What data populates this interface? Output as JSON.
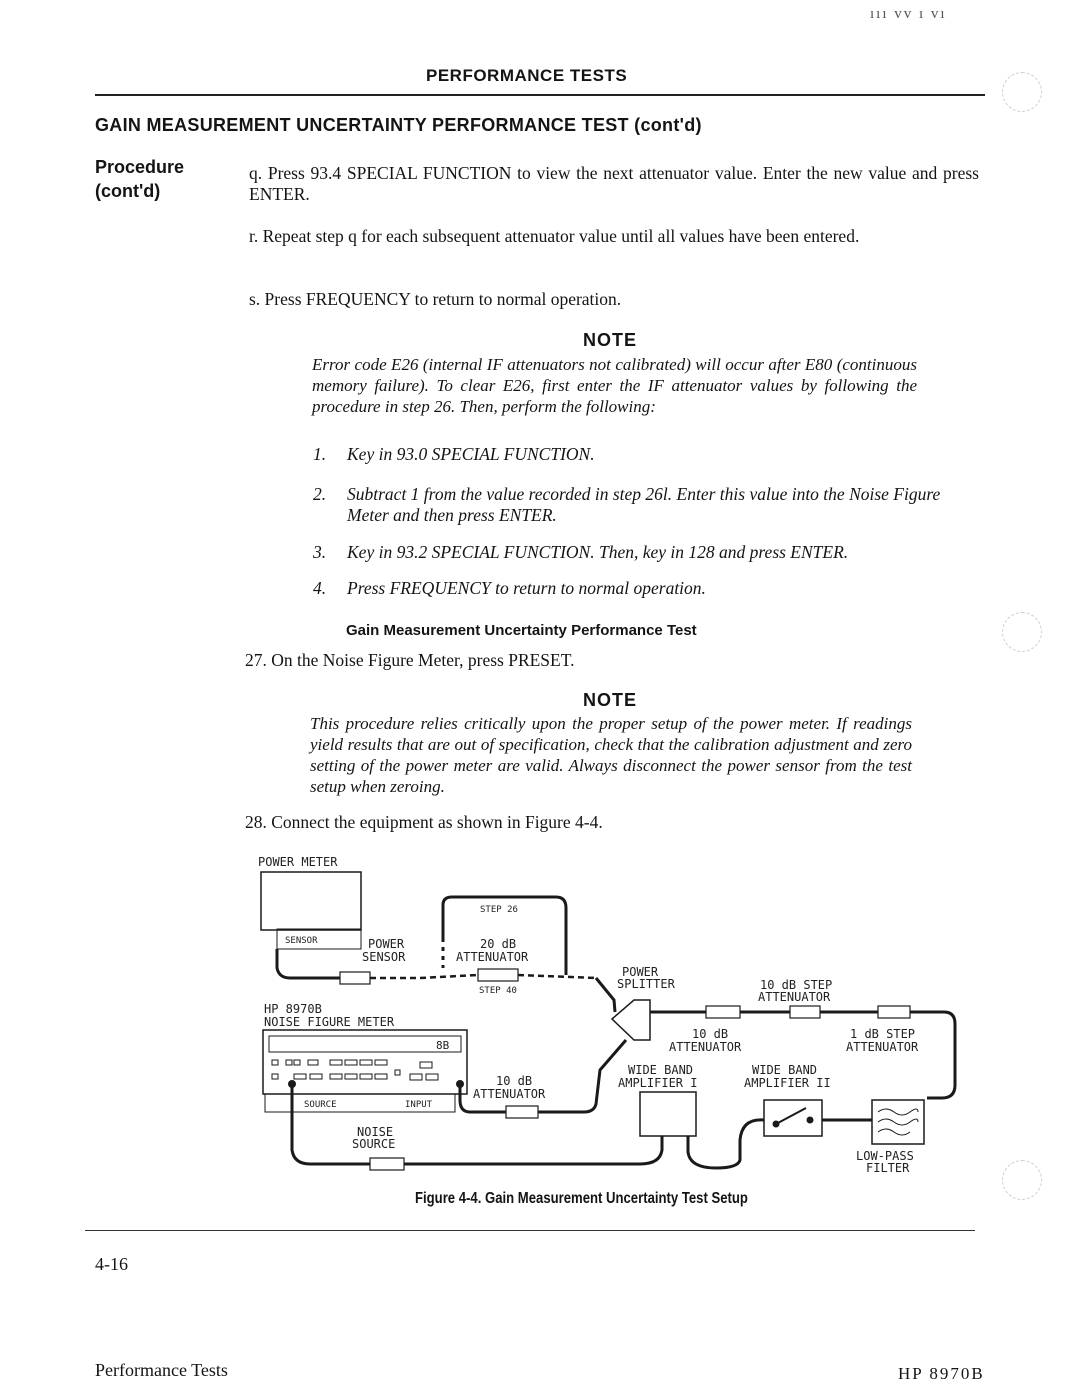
{
  "page": {
    "top_corner_mark": "ııı vv ı vı",
    "section_header": "PERFORMANCE TESTS",
    "test_title": "GAIN MEASUREMENT UNCERTAINTY PERFORMANCE TEST (cont'd)",
    "procedure_label_1": "Procedure",
    "procedure_label_2": "(cont'd)"
  },
  "steps": {
    "q": "q.  Press 93.4 SPECIAL FUNCTION to view the next attenuator value. Enter the new value and press ENTER.",
    "r": "r.  Repeat step q for each subsequent attenuator value until all values have been entered.",
    "s": "s.  Press FREQUENCY to return to normal operation."
  },
  "note1": {
    "title": "NOTE",
    "body": "Error code E26 (internal IF attenuators not calibrated) will occur after E80 (continuous memory failure). To clear E26, first enter the IF attenuator values by following the procedure in step 26. Then, perform the following:",
    "items": [
      {
        "num": "1.",
        "text": "Key in 93.0 SPECIAL FUNCTION."
      },
      {
        "num": "2.",
        "text": "Subtract 1 from the value recorded in step 26l. Enter this value into the Noise Figure Meter and then press ENTER."
      },
      {
        "num": "3.",
        "text": "Key in 93.2 SPECIAL FUNCTION. Then, key in 128 and press ENTER."
      },
      {
        "num": "4.",
        "text": "Press FREQUENCY to return to normal operation."
      }
    ]
  },
  "subheading": "Gain Measurement Uncertainty Performance Test",
  "step27": "27. On the Noise Figure Meter, press PRESET.",
  "note2": {
    "title": "NOTE",
    "body": "This procedure relies critically upon the proper setup of the power meter. If readings yield results that are out of specification, check that the calibration adjustment and zero setting of the power meter are valid. Always disconnect the power sensor from the test setup when zeroing."
  },
  "step28": "28. Connect the equipment as shown in Figure 4-4.",
  "figure": {
    "power_meter": "POWER METER",
    "sensor": "SENSOR",
    "power_sensor_1": "POWER",
    "power_sensor_2": "SENSOR",
    "step26": "STEP 26",
    "step40": "STEP 40",
    "att20_1": "20 dB",
    "att20_2": "ATTENUATOR",
    "splitter_1": "POWER",
    "splitter_2": "SPLITTER",
    "step10_1": "10 dB STEP",
    "step10_2": "ATTENUATOR",
    "hp_model": "HP 8970B",
    "nfm": "NOISE FIGURE METER",
    "display": "8B",
    "att10a_1": "10 dB",
    "att10a_2": "ATTENUATOR",
    "step1_1": "1 dB STEP",
    "step1_2": "ATTENUATOR",
    "wb1_1": "WIDE BAND",
    "wb1_2": "AMPLIFIER I",
    "wb2_1": "WIDE BAND",
    "wb2_2": "AMPLIFIER II",
    "att10b_1": "10 dB",
    "att10b_2": "ATTENUATOR",
    "source_port": "SOURCE",
    "input_port": "INPUT",
    "noise_1": "NOISE",
    "noise_2": "SOURCE",
    "lpf_1": "LOW-PASS",
    "lpf_2": "FILTER",
    "caption": "Figure 4-4. Gain Measurement Uncertainty Test Setup"
  },
  "footer": {
    "page_number": "4-16",
    "left": "Performance Tests",
    "right": "HP 8970B"
  }
}
